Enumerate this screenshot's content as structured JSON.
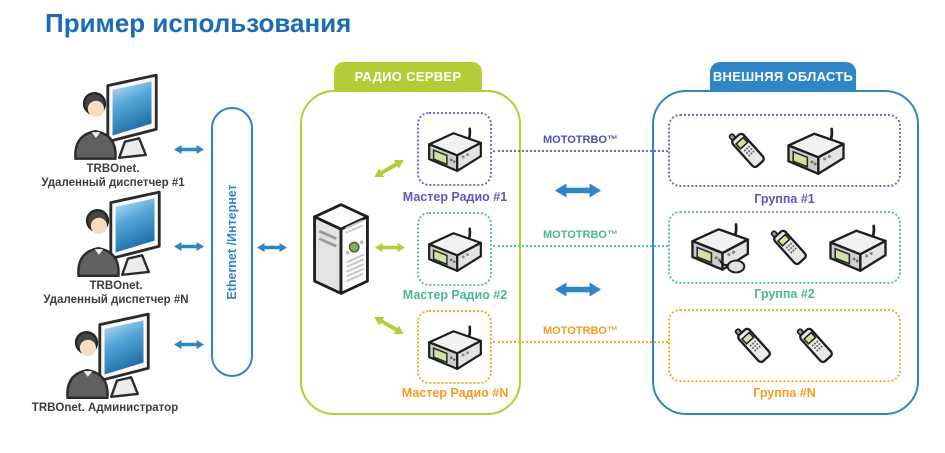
{
  "page": {
    "title": "Пример использования"
  },
  "colors": {
    "title_blue": "#1a6cb5",
    "blue": "#2e86c7",
    "green": "#b4cc35",
    "purple": "#6355bd",
    "teal": "#4cb698",
    "orange": "#f59c1d",
    "label_gray": "#3d3d3d"
  },
  "left_column": {
    "operators": [
      {
        "icon": "dispatcher",
        "line1": "TRBOnet.",
        "line2": "Удаленный диспетчер #1"
      },
      {
        "icon": "dispatcher",
        "line1": "TRBOnet.",
        "line2": "Удаленный диспетчер #N"
      },
      {
        "icon": "dispatcher",
        "line1": "TRBOnet. Администратор",
        "line2": ""
      }
    ]
  },
  "network_bar": {
    "label": "Ethernet /Интернет"
  },
  "radio_server": {
    "header": "РАДИО СЕРВЕР",
    "server_icon": "server-tower",
    "masters": [
      {
        "label": "Мастер Радио #1",
        "color": "purple",
        "device": "mobile-radio"
      },
      {
        "label": "Мастер Радио #2",
        "color": "teal",
        "device": "mobile-radio"
      },
      {
        "label": "Мастер Радио #N",
        "color": "orange",
        "device": "mobile-radio"
      }
    ]
  },
  "links": [
    {
      "label": "MOTOTRBO™",
      "color": "purple"
    },
    {
      "label": "MOTOTRBO™",
      "color": "teal"
    },
    {
      "label": "MOTOTRBO™",
      "color": "orange"
    }
  ],
  "external_area": {
    "header": "ВНЕШНЯЯ ОБЛАСТЬ",
    "groups": [
      {
        "label": "Группа #1",
        "color": "purple",
        "devices": [
          "portable-radio",
          "mobile-radio"
        ]
      },
      {
        "label": "Группа #2",
        "color": "teal",
        "devices": [
          "mobile-radio-mic",
          "portable-radio",
          "mobile-radio"
        ]
      },
      {
        "label": "Группа #N",
        "color": "orange",
        "devices": [
          "portable-radio",
          "portable-radio"
        ]
      }
    ]
  }
}
